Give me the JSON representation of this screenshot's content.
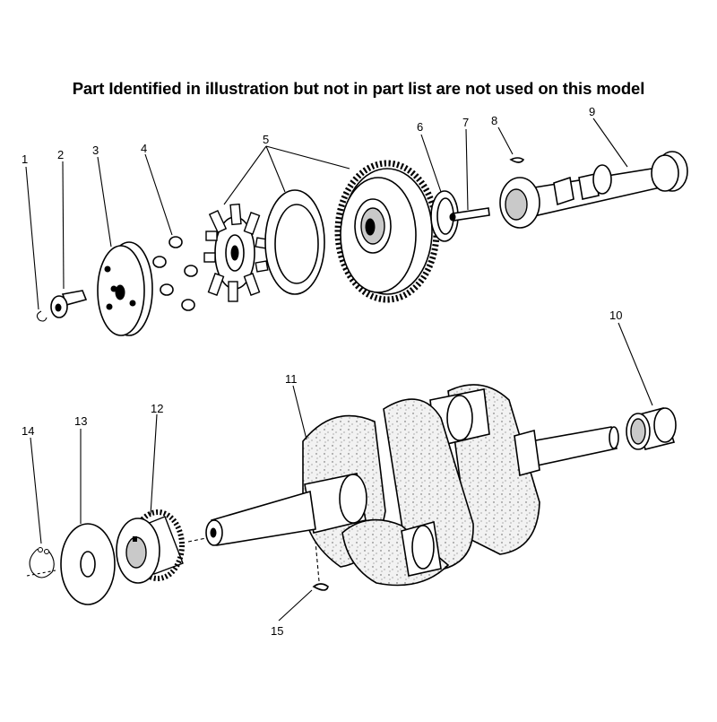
{
  "header": {
    "note": "Part Identified in illustration but not in part list are not used on this model"
  },
  "callouts": [
    "1",
    "2",
    "3",
    "4",
    "5",
    "6",
    "7",
    "8",
    "9",
    "10",
    "11",
    "12",
    "13",
    "14",
    "15"
  ]
}
